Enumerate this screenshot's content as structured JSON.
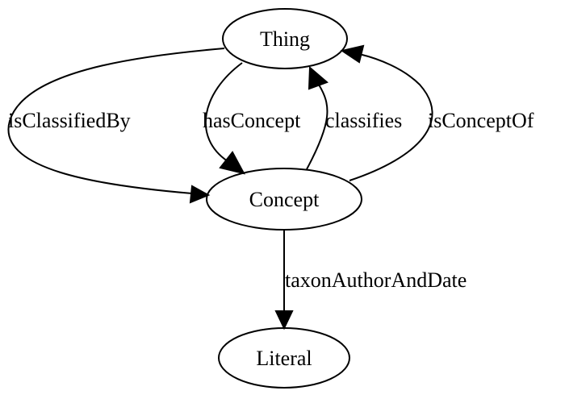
{
  "diagram": {
    "nodes": {
      "thing": "Thing",
      "concept": "Concept",
      "literal": "Literal"
    },
    "edges": {
      "is_classified_by": "isClassifiedBy",
      "has_concept": "hasConcept",
      "classifies": "classifies",
      "is_concept_of": "isConceptOf",
      "taxon_author_and_date": "taxonAuthorAndDate"
    },
    "colors": {
      "stroke": "#000000",
      "background": "#ffffff"
    }
  }
}
